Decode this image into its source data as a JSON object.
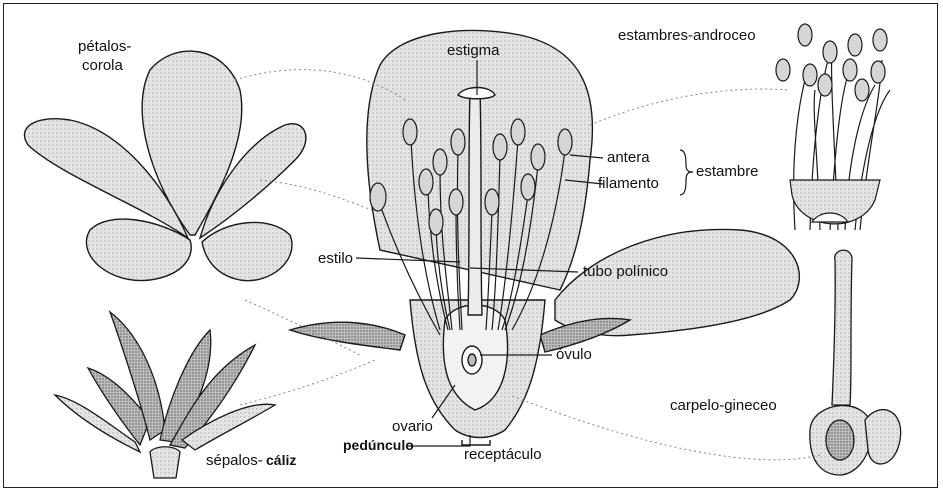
{
  "labels": {
    "petalos": "pétalos-",
    "corola": "corola",
    "estigma": "estigma",
    "androceo": "estambres-androceo",
    "antera": "antera",
    "filamento": "filamento",
    "estambre": "estambre",
    "estilo": "estilo",
    "tubo_polinico": "tubo polínico",
    "ovulo": "óvulo",
    "carpelo": "carpelo-gineceo",
    "ovario": "ovario",
    "pedunculo": "pedúnculo",
    "receptaculo": "receptáculo",
    "sepalos": "sépalos-",
    "caliz": "cáliz"
  },
  "colors": {
    "ink": "#1a1a1a",
    "shade": "#cfcfcf",
    "light_shade": "#e6e6e6",
    "dark": "#3a3a3a"
  }
}
